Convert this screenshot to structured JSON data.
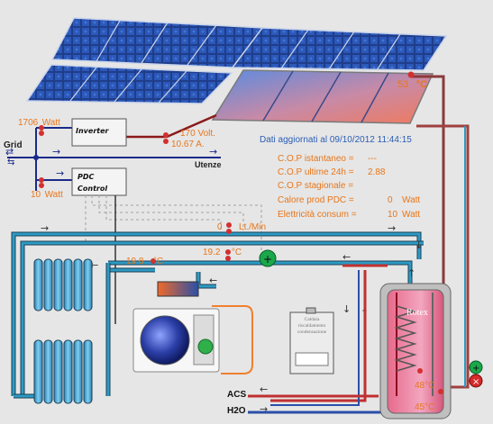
{
  "header": {
    "updated": "Dati aggiornati al 09/10/2012 11:44:15"
  },
  "solar_thermal": {
    "temp_value": "53",
    "temp_unit": "°C"
  },
  "pv": {
    "power_value": "1706",
    "power_unit": "Watt",
    "voltage": "170 Volt.",
    "current": "10.67 A."
  },
  "grid": {
    "label": "Grid",
    "utenze": "Utenze"
  },
  "inverter": {
    "label": "Inverter"
  },
  "pdc": {
    "label_line1": "PDC",
    "label_line2": "Control",
    "power_value": "10",
    "power_unit": "Watt"
  },
  "stats": [
    {
      "label": "C.O.P istantaneo =",
      "value": "---",
      "unit": ""
    },
    {
      "label": "C.O.P ultime 24h =",
      "value": "2.88",
      "unit": ""
    },
    {
      "label": "C.O.P stagionale =",
      "value": "",
      "unit": ""
    },
    {
      "label": "Calore prod PDC =",
      "value": "0",
      "unit": "Watt"
    },
    {
      "label": "Elettricità consum =",
      "value": "10",
      "unit": "Watt"
    }
  ],
  "flow": {
    "value": "0",
    "unit": "Lt./Min"
  },
  "temps": {
    "radiator_value": "19.8",
    "return_value": "19.2",
    "tank_mid_value": "48",
    "tank_low_value": "45",
    "unit": "°C"
  },
  "tank": {
    "label": "Rotex"
  },
  "boiler": {
    "line1": "Caldaia",
    "line2": "riscaldamento",
    "line3": "condensazione"
  },
  "outputs": {
    "acs": "ACS",
    "h2o": "H2O"
  },
  "colors": {
    "background": "#e6e6e6",
    "hot_pipe": "#b52a2a",
    "cold_pipe": "#2c9bc4",
    "pipe_outline": "#1d3f54",
    "label_orange": "#e8761a",
    "label_blue": "#2a5db5",
    "pump_green": "#1aa84a"
  }
}
